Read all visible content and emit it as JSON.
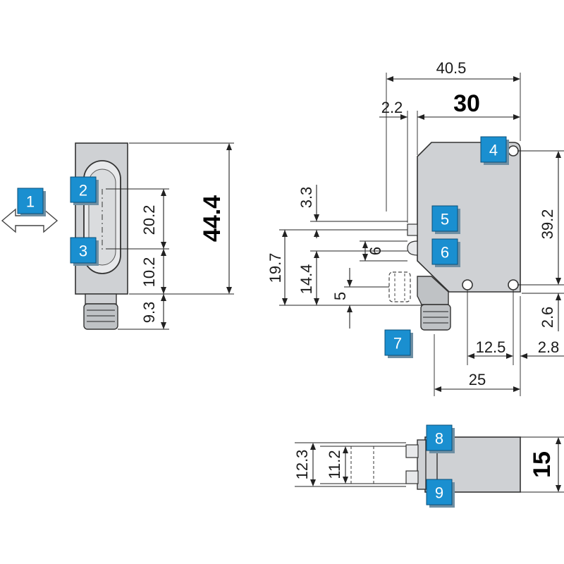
{
  "dimensions": {
    "overall_width": "40.5",
    "housing_width": "30",
    "offset_top": "2.2",
    "height_front": "44.4",
    "lens_spacing": "20.2",
    "lens_bottom": "10.2",
    "connector_front": "9.3",
    "top_offset": "3.3",
    "lens_height": "19.7",
    "led_offset": "6",
    "lower_height": "14.4",
    "connector_side": "5",
    "mount_height": "39.2",
    "mount_bottom": "2.6",
    "hole_spacing": "12.5",
    "hole_edge": "2.8",
    "base_width": "25",
    "bottom_outer": "12.3",
    "bottom_inner": "11.2",
    "depth": "15"
  },
  "callouts": [
    "1",
    "2",
    "3",
    "4",
    "5",
    "6",
    "7",
    "8",
    "9"
  ],
  "colors": {
    "badge": "#1a8fd0",
    "housing": "#cfd1d4",
    "line": "#222222"
  },
  "icons": {
    "callout_1": "double-arrow-icon"
  }
}
